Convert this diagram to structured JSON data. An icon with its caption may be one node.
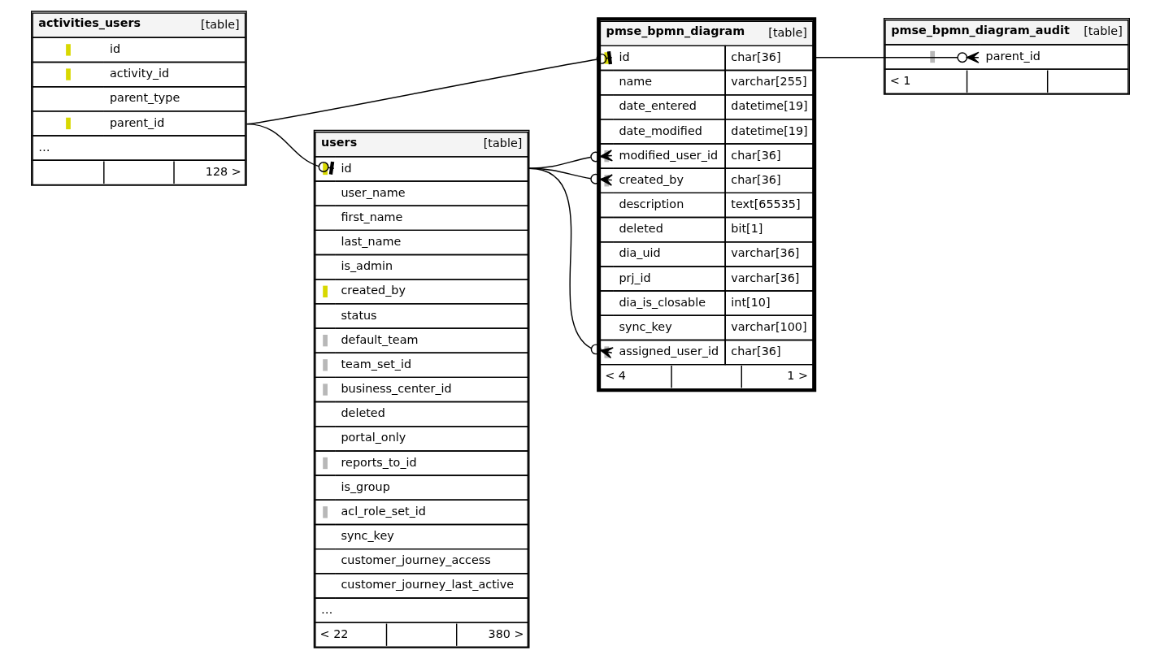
{
  "diagram": {
    "nodes": [
      {
        "text": [
          "activities_users",
          "[table]",
          "id",
          "activity_id",
          "parent_type",
          "parent_id",
          "…",
          "128 >"
        ]
      },
      {
        "text": [
          "users",
          "[table]",
          "id",
          "user_name",
          "first_name",
          "last_name",
          "is_admin",
          "created_by",
          "status",
          "default_team",
          "team_set_id",
          "business_center_id",
          "deleted",
          "portal_only",
          "reports_to_id",
          "is_group",
          "acl_role_set_id",
          "sync_key",
          "customer_journey_access",
          "customer_journey_last_active",
          "…",
          "< 22",
          "380 >"
        ]
      },
      {
        "text": [
          "pmse_bpmn_diagram",
          "[table]",
          "id",
          "char[36]",
          "name",
          "varchar[255]",
          "date_entered",
          "datetime[19]",
          "date_modified",
          "datetime[19]",
          "modified_user_id",
          "char[36]",
          "created_by",
          "char[36]",
          "description",
          "text[65535]",
          "deleted",
          "bit[1]",
          "dia_uid",
          "varchar[36]",
          "prj_id",
          "varchar[36]",
          "dia_is_closable",
          "int[10]",
          "sync_key",
          "varchar[100]",
          "assigned_user_id",
          "char[36]",
          "< 4",
          "1 >"
        ]
      },
      {
        "text": [
          "pmse_bpmn_diagram_audit",
          "[table]",
          "parent_id",
          "< 1"
        ]
      }
    ],
    "edges": [
      {
        "from": 0,
        "to": 2,
        "arrow": "other"
      },
      {
        "from": 0,
        "to": 1,
        "arrow": "other"
      },
      {
        "from": 1,
        "to": 2,
        "arrow": "other"
      },
      {
        "from": 1,
        "to": 2,
        "arrow": "other"
      },
      {
        "from": 1,
        "to": 2,
        "arrow": "other"
      },
      {
        "from": 2,
        "to": 3,
        "arrow": "other"
      }
    ]
  }
}
